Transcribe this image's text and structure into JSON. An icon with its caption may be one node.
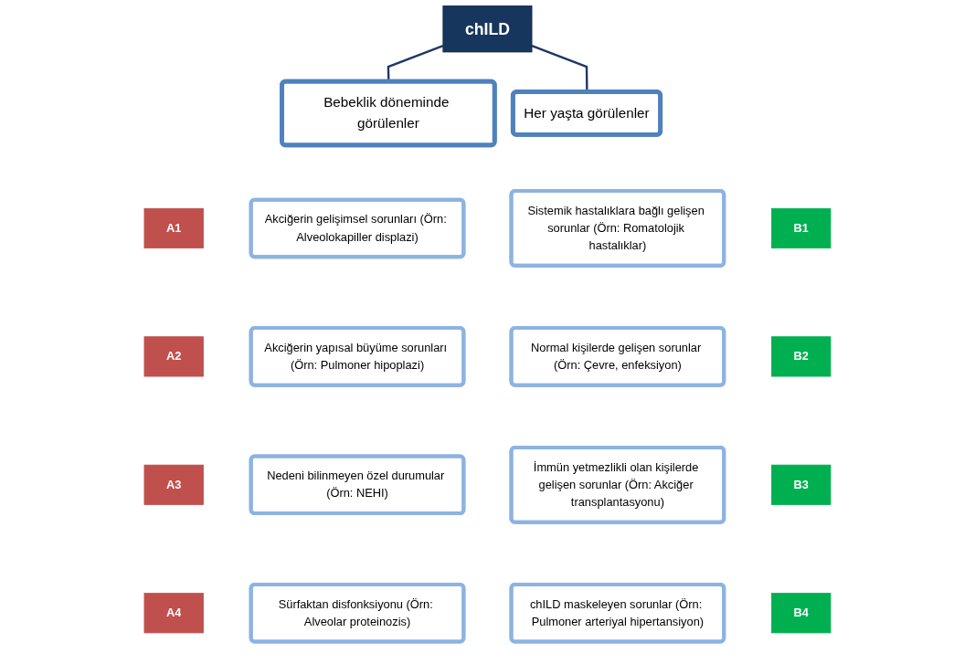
{
  "diagram": {
    "nodes": [
      {
        "text": [
          "chILD"
        ]
      },
      {
        "text": [
          "Bebeklik döneminde görülenler"
        ]
      },
      {
        "text": [
          "Her yaşta görülenler"
        ]
      },
      {
        "text": [
          "A1"
        ]
      },
      {
        "text": [
          "Akciğerin gelişimsel sorunları (Örn: Alveolokapiller displazi)"
        ]
      },
      {
        "text": [
          "Sistemik hastalıklara bağlı gelişen sorunlar (Örn: Romatolojik hastalıklar)"
        ]
      },
      {
        "text": [
          "B1"
        ]
      },
      {
        "text": [
          "A2"
        ]
      },
      {
        "text": [
          "Akciğerin yapısal büyüme sorunları (Örn: Pulmoner hipoplazi)"
        ]
      },
      {
        "text": [
          "Normal kişilerde gelişen sorunlar (Örn: Çevre, enfeksiyon)"
        ]
      },
      {
        "text": [
          "B2"
        ]
      },
      {
        "text": [
          "A3"
        ]
      },
      {
        "text": [
          "Nedeni bilinmeyen özel durumular (Örn: NEHI)"
        ]
      },
      {
        "text": [
          "İmmün yetmezlikli olan kişilerde gelişen sorunlar (Örn: Akciğer transplantasyonu)"
        ]
      },
      {
        "text": [
          "B3"
        ]
      },
      {
        "text": [
          "A4"
        ]
      },
      {
        "text": [
          "Sürfaktan disfonksiyonu (Örn: Alveolar proteinozis)"
        ]
      },
      {
        "text": [
          "chILD maskeleyen sorunlar (Örn: Pulmoner arteriyal hipertansiyon)"
        ]
      },
      {
        "text": [
          "B4"
        ]
      }
    ],
    "edges": [
      {
        "from": 0,
        "to": 1,
        "arrow": "none"
      },
      {
        "from": 0,
        "to": 2,
        "arrow": "none"
      }
    ]
  }
}
